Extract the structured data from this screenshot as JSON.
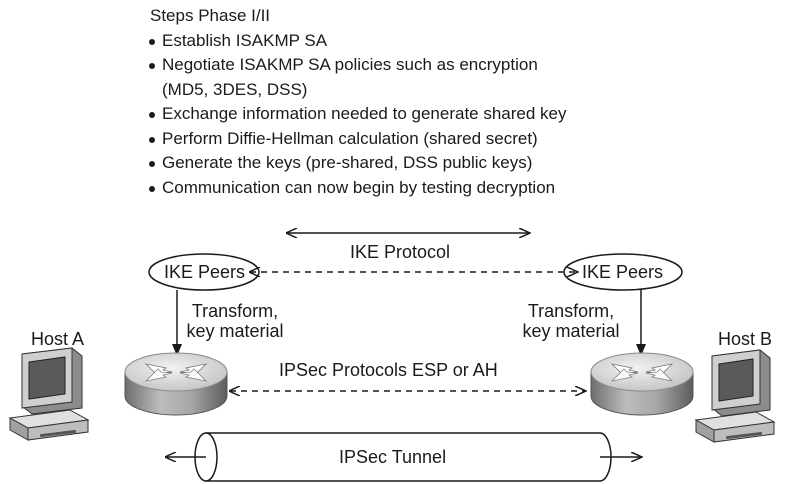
{
  "steps": {
    "title": "Steps Phase I/II",
    "items": [
      "Establish ISAKMP SA",
      "Negotiate ISAKMP SA policies such as encryption",
      "(MD5, 3DES, DSS)",
      "Exchange information needed to generate shared key",
      "Perform Diffie-Hellman calculation (shared secret)",
      "Generate the keys (pre-shared, DSS public keys)",
      "Communication can now begin by testing decryption"
    ]
  },
  "diagram": {
    "ike_protocol": "IKE Protocol",
    "ike_peers_left": "IKE Peers",
    "ike_peers_right": "IKE Peers",
    "transform_left_1": "Transform,",
    "transform_left_2": "key material",
    "transform_right_1": "Transform,",
    "transform_right_2": "key material",
    "host_a": "Host A",
    "host_b": "Host B",
    "ipsec_protocols": "IPSec Protocols ESP or AH",
    "ipsec_tunnel": "IPSec Tunnel"
  },
  "icons": {
    "router": "router-icon",
    "host": "computer-icon"
  },
  "colors": {
    "router_body": "#9a9a9a",
    "router_top": "#e4e4e4",
    "computer_body": "#bdbdbd",
    "screen": "#5a5a5a",
    "line": "#1a1a1a"
  }
}
